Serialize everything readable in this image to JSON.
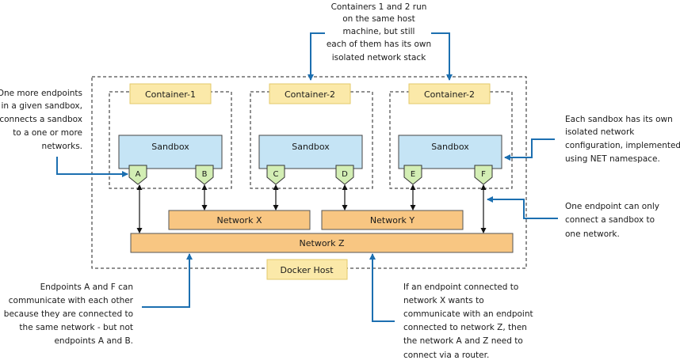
{
  "colors": {
    "sandbox_fill": "#c5e4f5",
    "endpoint_fill": "#d3eeb4",
    "network_fill": "#f8c682",
    "tag_fill": "#fbe9a9",
    "callout_arrow": "#1c6fb0"
  },
  "docker_host": {
    "label": "Docker Host"
  },
  "containers": [
    {
      "label": "Container-1",
      "sandbox": "Sandbox",
      "endpoints": [
        "A",
        "B"
      ]
    },
    {
      "label": "Container-2",
      "sandbox": "Sandbox",
      "endpoints": [
        "C",
        "D"
      ]
    },
    {
      "label": "Container-2",
      "sandbox": "Sandbox",
      "endpoints": [
        "E",
        "F"
      ]
    }
  ],
  "networks": {
    "x": "Network X",
    "y": "Network Y",
    "z": "Network Z"
  },
  "notes": {
    "top": [
      "Containers 1 and 2 run",
      "on the same host",
      "machine, but still",
      "each of them has its own",
      "isolated network stack"
    ],
    "left": [
      "One more endpoints",
      "in a given sandbox,",
      "connects a sandbox",
      "to a one or more",
      "networks."
    ],
    "right_top": [
      "Each sandbox has its own",
      "isolated network",
      "configuration, implemented",
      "using NET namespace."
    ],
    "right_mid": [
      "One endpoint can only",
      "connect a sandbox to",
      "one network."
    ],
    "bottom_left": [
      "Endpoints A and F can",
      "communicate with each other",
      "because they are connected to",
      "the same network - but not",
      "endpoints A and B."
    ],
    "bottom_right": [
      "If an endpoint connected to",
      "network X wants to",
      "communicate with an endpoint",
      "connected to network Z, then",
      "the network A and Z need to",
      "connect via a router."
    ]
  }
}
